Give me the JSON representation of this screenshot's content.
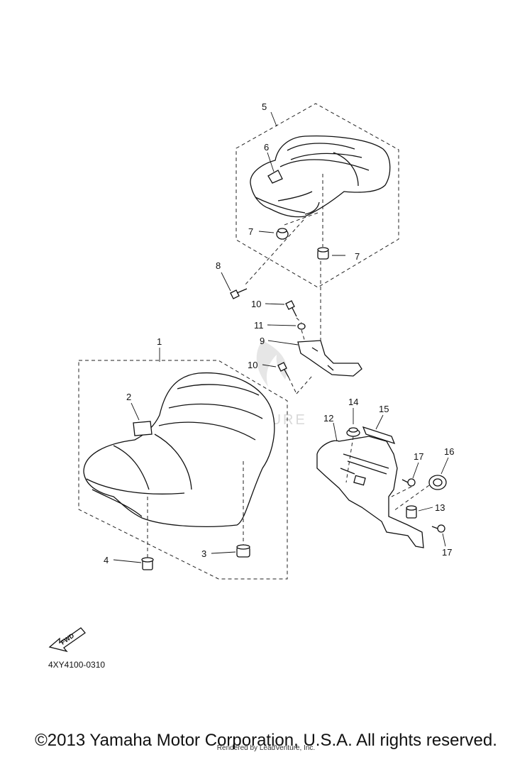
{
  "diagram": {
    "callouts": {
      "c1": "1",
      "c2": "2",
      "c3": "3",
      "c4": "4",
      "c5": "5",
      "c6": "6",
      "c7a": "7",
      "c7b": "7",
      "c8": "8",
      "c9": "9",
      "c10a": "10",
      "c10b": "10",
      "c11": "11",
      "c12": "12",
      "c13": "13",
      "c14": "14",
      "c15": "15",
      "c16": "16",
      "c17a": "17",
      "c17b": "17"
    },
    "fwd_label": "FWD",
    "diagram_code": "4XY4100-0310",
    "watermark": "LEADVENTURE"
  },
  "footer": {
    "copyright": "©2013 Yamaha Motor Corporation, U.S.A. All rights reserved.",
    "rendered_by": "Rendered by LeadVenture, Inc."
  }
}
